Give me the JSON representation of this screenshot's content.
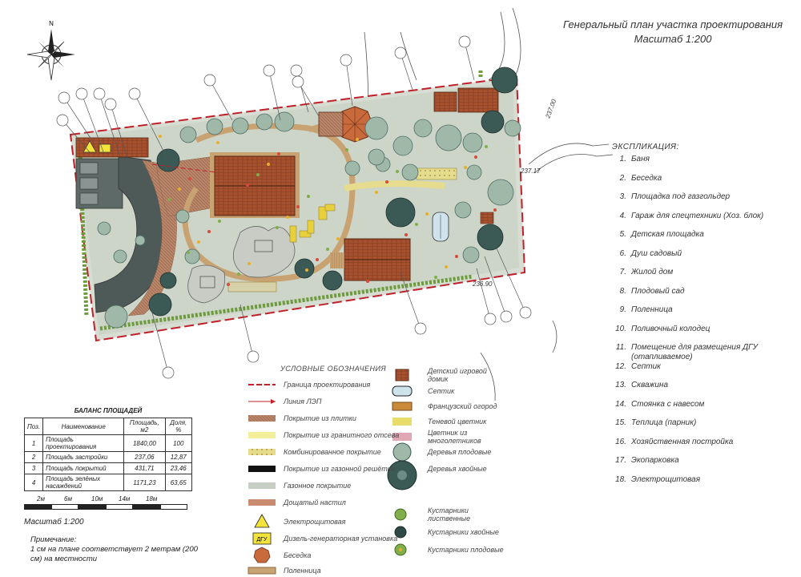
{
  "title": {
    "line1": "Генеральный план участка проектирования",
    "line2": "Масштаб 1:200"
  },
  "compass": {
    "north": "N"
  },
  "elevations": {
    "e1": "237.00",
    "e2": "237.17",
    "e3": "236.90"
  },
  "explication": {
    "header": "ЭКСПЛИКАЦИЯ:",
    "items": [
      {
        "num": "1.",
        "text": "Баня"
      },
      {
        "num": "2.",
        "text": "Беседка"
      },
      {
        "num": "3.",
        "text": "Площадка под газгольдер"
      },
      {
        "num": "4.",
        "text": "Гараж для спецтехники (Хоз. блок)"
      },
      {
        "num": "5.",
        "text": "Детская площадка"
      },
      {
        "num": "6.",
        "text": "Душ садовый"
      },
      {
        "num": "7.",
        "text": "Жилой дом"
      },
      {
        "num": "8.",
        "text": "Плодовый сад"
      },
      {
        "num": "9.",
        "text": "Поленница"
      },
      {
        "num": "10.",
        "text": "Поливочный колодец"
      },
      {
        "num": "11.",
        "text": "Помещение для размещения ДГУ (отапливаемое)"
      },
      {
        "num": "12.",
        "text": "Септик"
      },
      {
        "num": "13.",
        "text": "Скважина"
      },
      {
        "num": "14.",
        "text": "Стоянка с навесом"
      },
      {
        "num": "15.",
        "text": "Теплица (парник)"
      },
      {
        "num": "16.",
        "text": "Хозяйственная постройка"
      },
      {
        "num": "17.",
        "text": "Экопарковка"
      },
      {
        "num": "18.",
        "text": "Электрощитовая"
      }
    ]
  },
  "legend": {
    "header": "УСЛОВНЫЕ ОБОЗНАЧЕНИЯ",
    "items": [
      {
        "label": "Граница проектирования",
        "swatch": "boundary"
      },
      {
        "label": "Линия ЛЭП",
        "swatch": "power"
      },
      {
        "label": "Покрытие из плитки",
        "swatch": "tile"
      },
      {
        "label": "Покрытие из гранитного отсева",
        "swatch": "granite"
      },
      {
        "label": "Комбинированное покрытие",
        "swatch": "combined"
      },
      {
        "label": "Покрытие из газонной решётки",
        "swatch": "grid"
      },
      {
        "label": "Газонное покрытие",
        "swatch": "lawn"
      },
      {
        "label": "Дощатый настил",
        "swatch": "deck"
      },
      {
        "label": "Электрощитовая",
        "swatch": "electric"
      },
      {
        "label": "Дизель-генераторная установка",
        "swatch": "generator"
      },
      {
        "label": "Беседка",
        "swatch": "gazebo"
      },
      {
        "label": "Поленница",
        "swatch": "woodpile"
      }
    ],
    "items_right": [
      {
        "label": "Детский игровой домик",
        "swatch": "playhouse"
      },
      {
        "label": "Септик",
        "swatch": "septic"
      },
      {
        "label": "Французский огород",
        "swatch": "garden"
      },
      {
        "label": "Теневой цветник",
        "swatch": "shadebed"
      },
      {
        "label": "Цветник из многолетников",
        "swatch": "perennial"
      },
      {
        "label": "Деревья плодовые",
        "swatch": "fruittree"
      },
      {
        "label": "Деревья хвойные",
        "swatch": "conifer"
      },
      {
        "label": "Кустарники лиственные",
        "swatch": "shrubdec"
      },
      {
        "label": "Кустарники хвойные",
        "swatch": "shrubcon"
      },
      {
        "label": "Кустарники плодовые",
        "swatch": "shrubfruit"
      }
    ],
    "generator_badge": "ДГУ"
  },
  "balance": {
    "title": "БАЛАНС ПЛОЩАДЕЙ",
    "headers": [
      "Поз.",
      "Наименование",
      "Площадь, м2",
      "Доля, %"
    ],
    "rows": [
      [
        "1",
        "Площадь проектирования",
        "1840,00",
        "100"
      ],
      [
        "2",
        "Площадь застройки",
        "237,06",
        "12,87"
      ],
      [
        "3",
        "Площадь покрытий",
        "431,71",
        "23,46"
      ],
      [
        "4",
        "Площадь зелёных насаждений",
        "1171,23",
        "63,65"
      ]
    ]
  },
  "scale_bar": {
    "labels": [
      "2м",
      "6м",
      "10м",
      "14м",
      "18м"
    ]
  },
  "scale_text": "Масштаб 1:200",
  "note": {
    "title": "Примечание:",
    "text": "1 см на плане соответствует 2 метрам (200 см) на местности"
  },
  "colors": {
    "tile": "#b9866a",
    "lawn": "#c8cfc4",
    "boundary": "#c0202a",
    "roof": "#a8512e",
    "tree_dark": "#3b5a55",
    "tree_light": "#9fb8a8",
    "hedge": "#7fae4a"
  }
}
